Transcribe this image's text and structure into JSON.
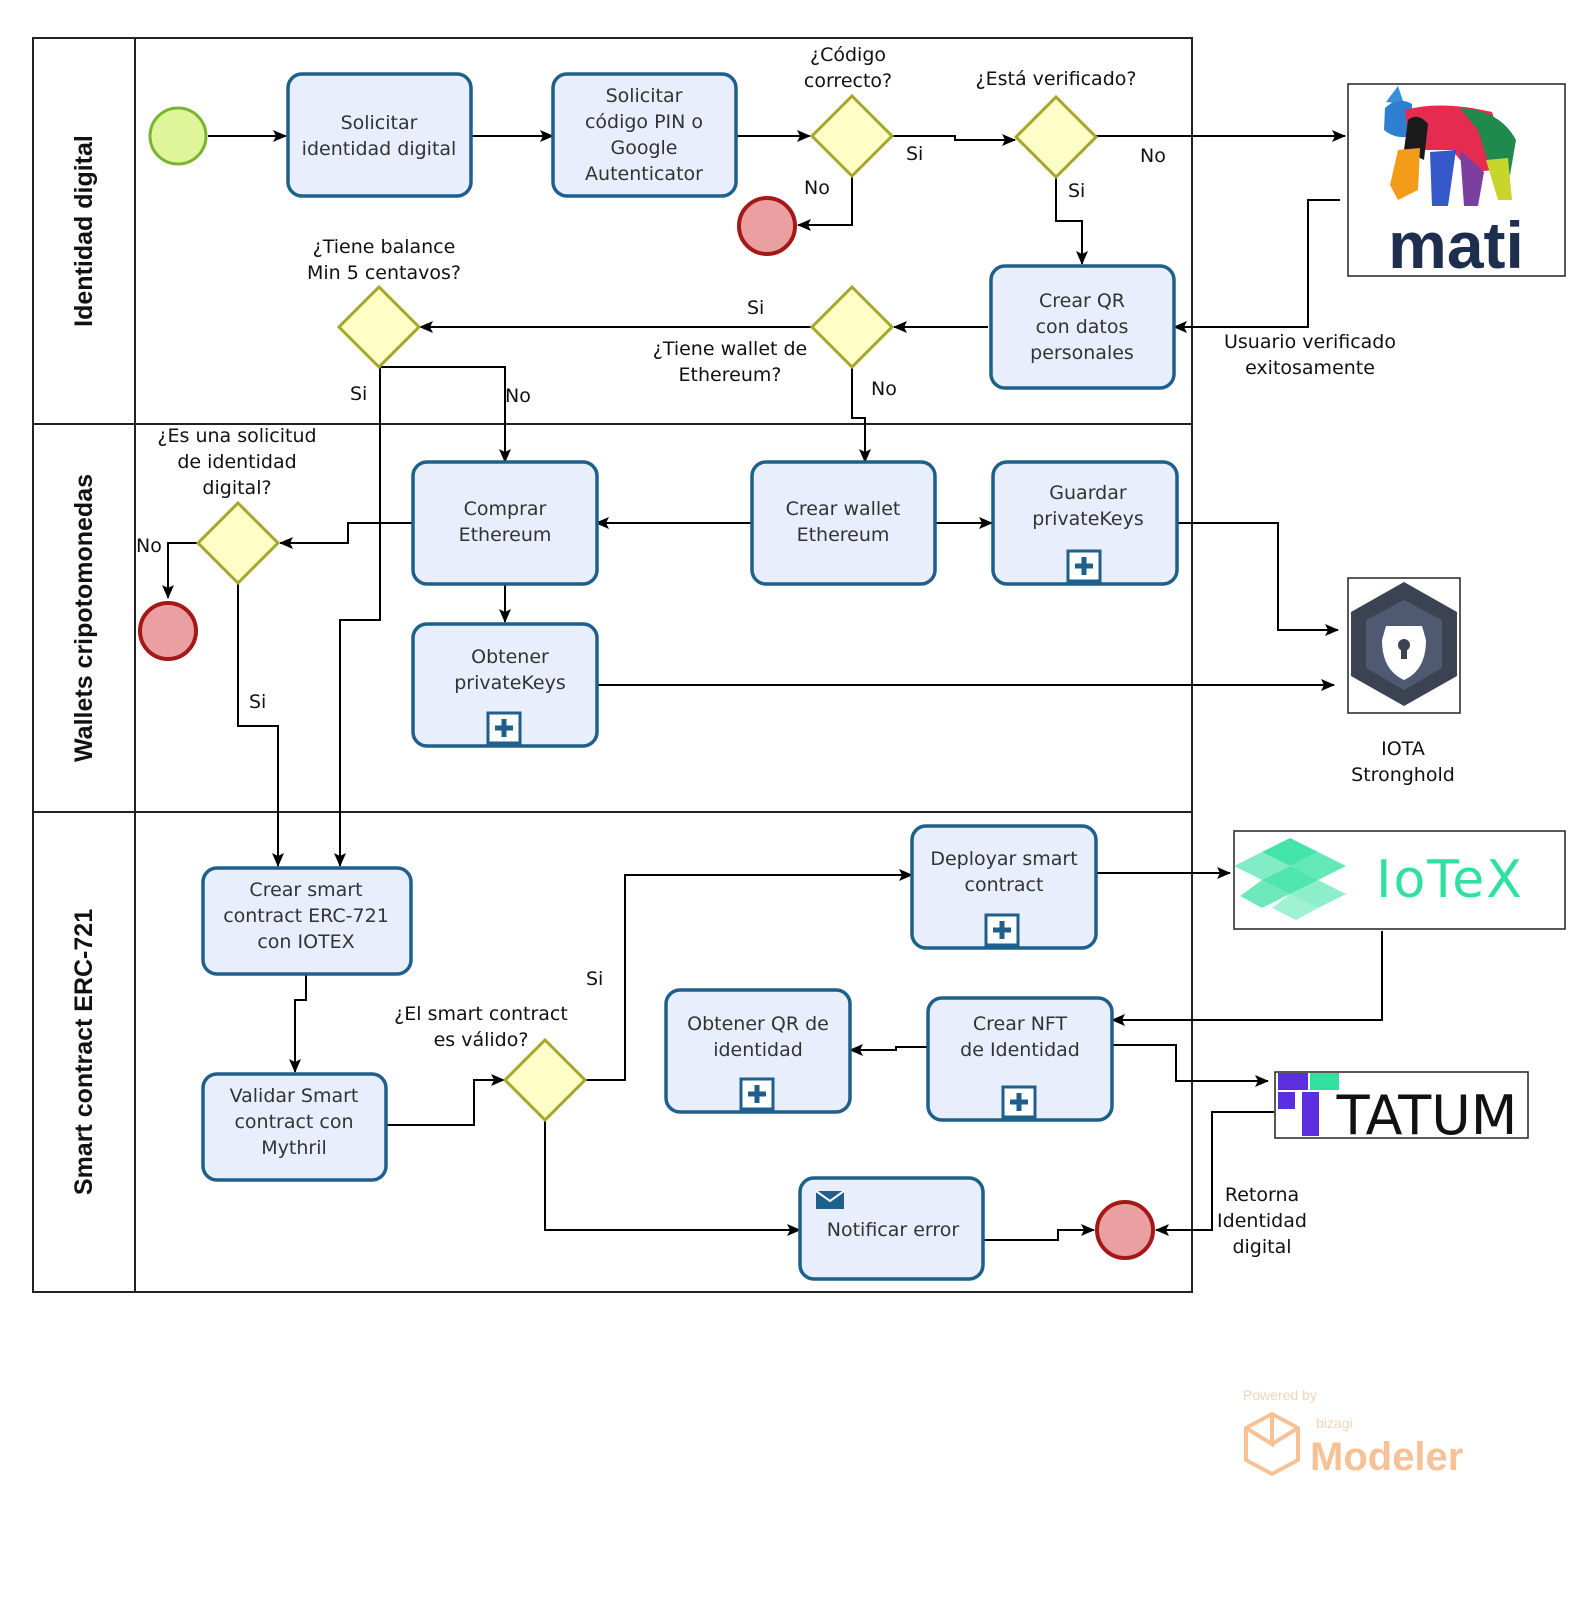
{
  "lanes": [
    {
      "id": "identidad",
      "title": "Identidad digital"
    },
    {
      "id": "wallets",
      "title": "Wallets cripotomonedas"
    },
    {
      "id": "smart",
      "title": "Smart contract ERC-721"
    }
  ],
  "tasks": {
    "solicitar_identidad": [
      "Solicitar",
      "identidad digital"
    ],
    "solicitar_codigo": [
      "Solicitar",
      "código PIN o",
      "Google",
      "Autenticator"
    ],
    "crear_qr": [
      "Crear QR",
      "con datos",
      "personales"
    ],
    "comprar_eth": [
      "Comprar",
      "Ethereum"
    ],
    "crear_wallet": [
      "Crear wallet",
      "Ethereum"
    ],
    "guardar_keys": [
      "Guardar",
      "privateKeys"
    ],
    "obtener_keys": [
      "Obtener",
      "privateKeys"
    ],
    "crear_smart": [
      "Crear smart",
      "contract ERC-721",
      "con IOTEX"
    ],
    "validar_smart": [
      "Validar Smart",
      "contract con",
      "Mythril"
    ],
    "deployar": [
      "Deployar smart",
      "contract"
    ],
    "obtener_qr": [
      "Obtener QR de",
      "identidad"
    ],
    "crear_nft": [
      "Crear NFT",
      "de Identidad"
    ],
    "notificar": [
      "Notificar error"
    ]
  },
  "gateways": {
    "codigo_correcto": [
      "¿Código",
      "correcto?"
    ],
    "esta_verificado": [
      "¿Está verificado?"
    ],
    "tiene_balance": [
      "¿Tiene balance",
      "Min 5 centavos?"
    ],
    "tiene_wallet": [
      "¿Tiene wallet de",
      "Ethereum?"
    ],
    "es_solicitud": [
      "¿Es una solicitud",
      "de identidad",
      "digital?"
    ],
    "smart_valido": [
      "¿El smart contract",
      "es válido?"
    ]
  },
  "flow_labels": {
    "si_codigo": "Si",
    "no_codigo": "No",
    "no_verificado": "No",
    "si_verificado": "Si",
    "si_wallet": "Si",
    "no_wallet": "No",
    "si_balance": "Si",
    "no_balance": "No",
    "no_solicitud": "No",
    "si_solicitud": "Si",
    "si_valido": "Si"
  },
  "annotations": {
    "usuario_verificado": [
      "Usuario verificado",
      "exitosamente"
    ],
    "iota": [
      "IOTA",
      "Stronghold"
    ],
    "retorna": [
      "Retorna",
      "Identidad",
      "digital"
    ]
  },
  "logos": {
    "mati": "mati",
    "iotex": "IoTeX",
    "tatum": "TATUM",
    "iota_icon": "shield-lock-icon"
  },
  "watermark": {
    "powered": "Powered by",
    "brand": "bizagi",
    "product": "Modeler"
  },
  "colors": {
    "task_fill": "#e9eefc",
    "task_stroke": "#1f5f8b",
    "gateway_fill": "#ffffc8",
    "gateway_stroke": "#a6a62a",
    "start_fill": "#dff59a",
    "start_stroke": "#7ab52f",
    "end_fill": "#eaa0a0",
    "end_stroke": "#a51818",
    "iotex_green": "#2fe0a0"
  }
}
